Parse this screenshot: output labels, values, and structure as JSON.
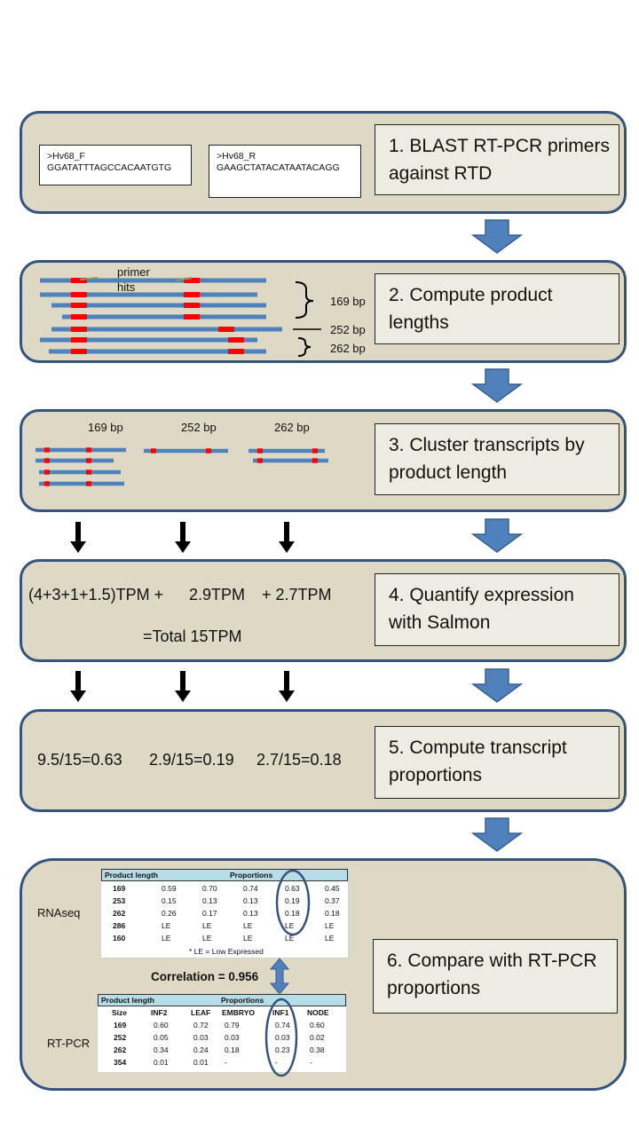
{
  "colors": {
    "panel_fill": "#ddd9c4",
    "panel_border": "#34547e",
    "transcript": "#4f81bd",
    "primer_hit": "#ff0000",
    "arrow": "#4f81bd",
    "table_header": "#b6dde8"
  },
  "steps": [
    "1. BLAST RT-PCR primers against RTD",
    "2. Compute product lengths",
    "3. Cluster transcripts by product length",
    "4. Quantify expression with Salmon",
    "5. Compute transcript proportions",
    "6. Compare with RT-PCR proportions"
  ],
  "primers": {
    "forward": {
      "name": ">Hv68_F",
      "sequence": "GGATATTTAGCCACAATGTG"
    },
    "reverse": {
      "name": ">Hv68_R",
      "sequence": "GAAGCTATACATAATACAGG"
    }
  },
  "panel2": {
    "primer_hits_label": "primer hits",
    "lengths": [
      "169 bp",
      "252 bp",
      "262 bp"
    ]
  },
  "panel3": {
    "clusters": [
      "169 bp",
      "252 bp",
      "262 bp"
    ]
  },
  "panel4": {
    "sum_line": [
      "(4+3+1+1.5)TPM +",
      "2.9TPM",
      "+ 2.7TPM"
    ],
    "total": "=Total  15TPM"
  },
  "panel5": {
    "proportions": [
      "9.5/15=0.63",
      "2.9/15=0.19",
      "2.7/15=0.18"
    ]
  },
  "panel6": {
    "rnaseq_label": "RNAseq",
    "rtpcr_label": "RT-PCR",
    "correlation": "Correlation = 0.956",
    "rnaseq_table": {
      "header": [
        "Product length",
        "Proportions"
      ],
      "rows": [
        [
          "169",
          "0.59",
          "0.70",
          "0.74",
          "0.63",
          "0.45"
        ],
        [
          "253",
          "0.15",
          "0.13",
          "0.13",
          "0.19",
          "0.37"
        ],
        [
          "262",
          "0.26",
          "0.17",
          "0.13",
          "0.18",
          "0.18"
        ],
        [
          "286",
          "LE",
          "LE",
          "LE",
          "LE",
          "LE"
        ],
        [
          "160",
          "LE",
          "LE",
          "LE",
          "LE",
          "LE"
        ]
      ],
      "footnote": "* LE = Low Expressed"
    },
    "rtpcr_table": {
      "header": [
        "Product length",
        "Proportions"
      ],
      "columns": [
        "Size",
        "INF2",
        "LEAF",
        "EMBRYO",
        "INF1",
        "NODE"
      ],
      "rows": [
        [
          "169",
          "0.60",
          "0.72",
          "0.79",
          "0.74",
          "0.60"
        ],
        [
          "252",
          "0.05",
          "0.03",
          "0.03",
          "0.03",
          "0.02"
        ],
        [
          "262",
          "0.34",
          "0.24",
          "0.18",
          "0.23",
          "0.38"
        ],
        [
          "354",
          "0.01",
          "0.01",
          "-",
          "-",
          "-"
        ]
      ]
    }
  }
}
